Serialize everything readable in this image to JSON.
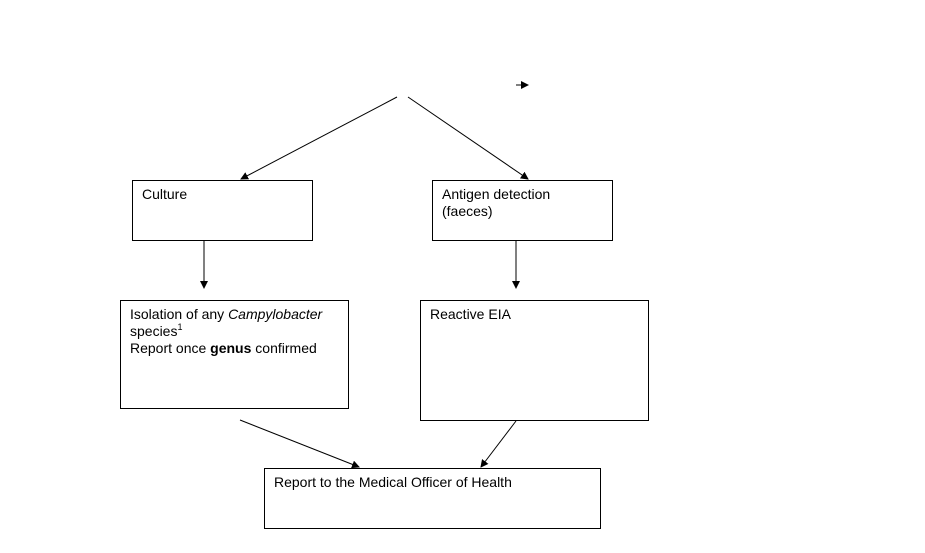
{
  "colors": {
    "stroke": "#000000",
    "background": "#ffffff"
  },
  "nodes": {
    "culture": {
      "label": "Culture"
    },
    "antigen": {
      "line1": "Antigen detection",
      "line2": "(faeces)"
    },
    "isolation": {
      "prefix": "Isolation of any ",
      "genus_name": "Campylobacter",
      "species_word": "species",
      "footnote": "1",
      "report_prefix": "Report once ",
      "report_bold": "genus",
      "report_suffix": " confirmed"
    },
    "eia": {
      "label": "Reactive EIA"
    },
    "moh": {
      "label": "Report to the Medical Officer of Health"
    }
  }
}
